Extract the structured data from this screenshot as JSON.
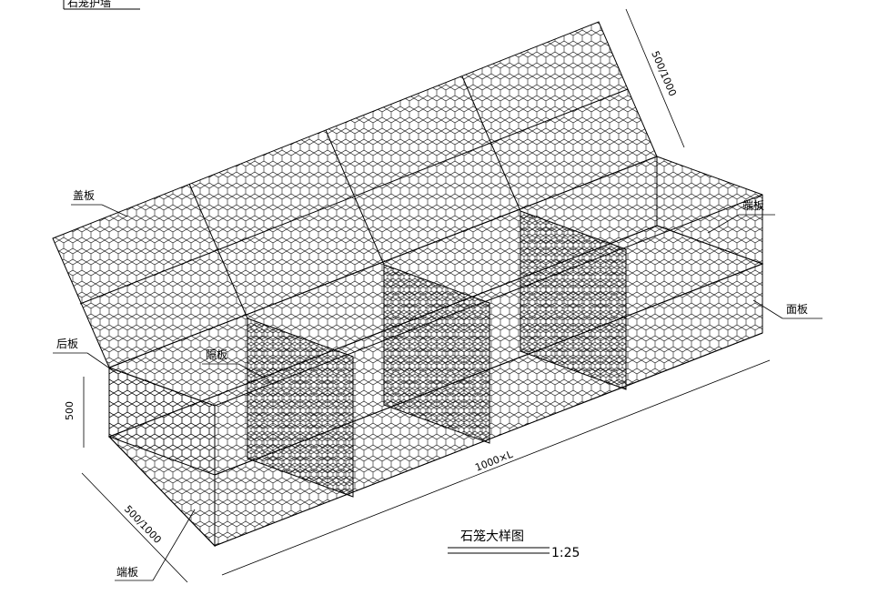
{
  "corner_caption": "石笼护墙",
  "labels": {
    "lid": "盖板",
    "end_right": "端板",
    "face": "面板",
    "back": "后板",
    "partition": "隔板",
    "end_bottom": "端板"
  },
  "dimensions": {
    "top_width": "500/1000",
    "height": "500",
    "left_width": "500/1000",
    "length": "1000×L"
  },
  "title": "石笼大样图",
  "scale": "1:25"
}
